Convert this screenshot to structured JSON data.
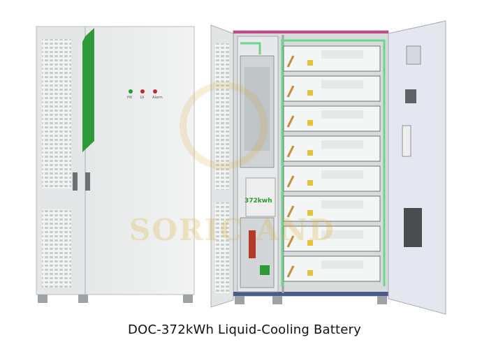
{
  "caption": "DOC-372kWh Liquid-Cooling Battery",
  "indicators": [
    "HV",
    "LV",
    "Alarm"
  ],
  "capacity_label": "372kwh",
  "watermark": "SORIC AND",
  "colors": {
    "accent_green": "#2f9a3a",
    "cabinet_body": "#eceeee",
    "indicator_green": "#2a9a3a",
    "indicator_red": "#c42a2a",
    "terminal_yellow": "#e6c13a",
    "cooling_pipe": "#6ed48a",
    "cable_orange": "#c98a3a"
  },
  "battery_module_count": 8
}
